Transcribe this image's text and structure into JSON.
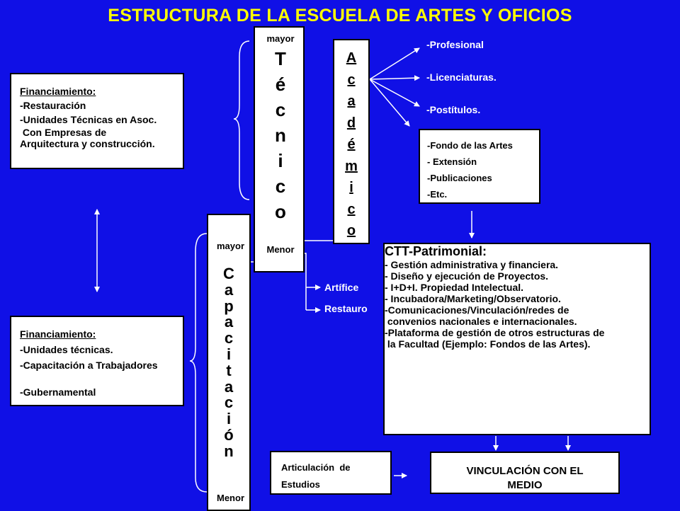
{
  "title": "ESTRUCTURA DE LA ESCUELA DE ARTES Y OFICIOS",
  "fin_top": {
    "heading": "Financiamiento:",
    "lines": [
      "-Restauración",
      "-Unidades Técnicas en Asoc.",
      " Con Empresas de",
      "Arquitectura y construcción."
    ]
  },
  "fin_bottom": {
    "heading": "Financiamiento:",
    "lines": [
      "-Unidades  técnicas.",
      "-Capacitación a Trabajadores",
      "-Gubernamental"
    ]
  },
  "tecnico": {
    "mayor": "mayor",
    "letters": [
      "T",
      "é",
      "c",
      "n",
      "i",
      "c",
      "o"
    ],
    "menor": "Menor"
  },
  "academico": {
    "letters": [
      "A",
      "c",
      "a",
      "d",
      "é",
      "m",
      "i",
      "c",
      "o"
    ]
  },
  "capacitacion": {
    "mayor": "mayor",
    "letters": [
      "C",
      "a",
      "p",
      "a",
      "c",
      "i",
      "t",
      "a",
      "c",
      "i",
      "ó",
      "n"
    ],
    "menor": "Menor"
  },
  "academic_items": [
    "-Profesional",
    "-Licenciaturas.",
    "-Postítulos."
  ],
  "fondo": [
    "-Fondo de las Artes",
    "- Extensión",
    "-Publicaciones",
    "-Etc."
  ],
  "artifice": [
    "Artífice",
    "Restauro"
  ],
  "ctt": {
    "heading": "CTT-Patrimonial:",
    "lines": [
      "- Gestión administrativa y financiera.",
      "- Diseño y ejecución de Proyectos.",
      "- I+D+I.  Propiedad Intelectual.",
      "- Incubadora/Marketing/Observatorio.",
      "-Comunicaciones/Vinculación/redes de",
      " convenios nacionales e internacionales.",
      "-Plataforma de gestión de otros estructuras de",
      " la Facultad (Ejemplo: Fondos de las Artes)."
    ]
  },
  "articulacion": [
    "Articulación  de",
    "Estudios"
  ],
  "vinculacion": "VINCULACIÓN CON EL MEDIO",
  "colors": {
    "background": "#1010e6",
    "title": "#ffff00",
    "box": "#ffffff"
  }
}
